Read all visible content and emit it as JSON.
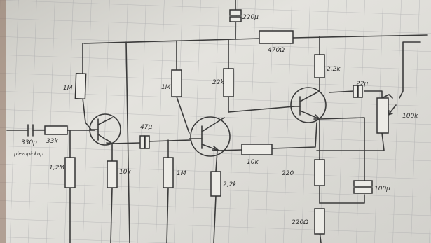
{
  "labels": {
    "cap_top": "220µ",
    "r_top_rail": "470Ω",
    "r_t3_collector": "2,2k",
    "cap_t3": "22µ",
    "pot": "100k",
    "r1_top": "1M",
    "r2_top": "1M",
    "r3_top": "22k",
    "cap_input": "330p",
    "r_input": "33k",
    "input_note": "piezopickup",
    "cap_coupling": "47µ",
    "r1_bottom": "1,2M",
    "r2_bottom": "10k",
    "r3_bottom": "1M",
    "r4_bottom": "2,2k",
    "r_feedback": "10k",
    "r_t3_emitter": "220",
    "cap_bypass": "100µ",
    "r_bottom_right": "220Ω"
  }
}
